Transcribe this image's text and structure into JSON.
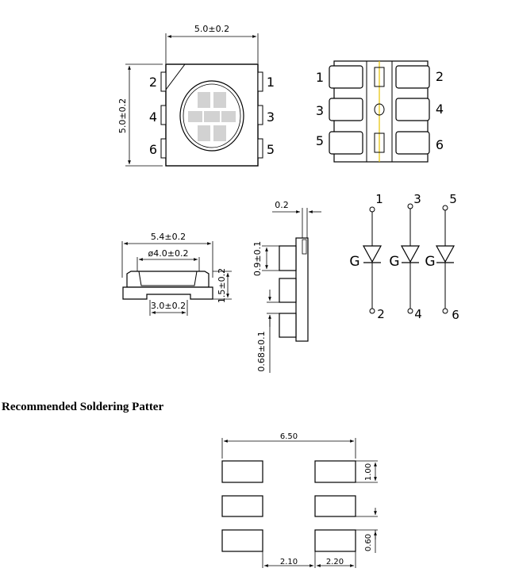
{
  "top_view": {
    "width_dim": "5.0±0.2",
    "height_dim": "5.0±0.2",
    "pins_left": [
      "2",
      "4",
      "6"
    ],
    "pins_right": [
      "1",
      "3",
      "5"
    ]
  },
  "bottom_view": {
    "pins_left": [
      "1",
      "3",
      "5"
    ],
    "pins_right": [
      "2",
      "4",
      "6"
    ]
  },
  "side_view": {
    "length_dim": "5.4±0.2",
    "lens_dim": "ø4.0±0.2",
    "base_dim": "3.0±0.2",
    "height_dim": "1.5±0.2"
  },
  "profile_view": {
    "thickness_dim": "0.2",
    "pad_dim": "0.9±0.1",
    "gap_dim": "0.68±0.1"
  },
  "schematic": {
    "anode_pins": [
      "1",
      "3",
      "5"
    ],
    "cathode_pins": [
      "2",
      "4",
      "6"
    ],
    "color_labels": [
      "G",
      "G",
      "G"
    ]
  },
  "heading": "Recommended Soldering Patter",
  "solder_pattern": {
    "width_dim": "6.50",
    "pad_height_dim": "1.00",
    "pad_gap_dim": "0.60",
    "inner_gap_dim": "2.10",
    "pad_width_dim": "2.20"
  }
}
